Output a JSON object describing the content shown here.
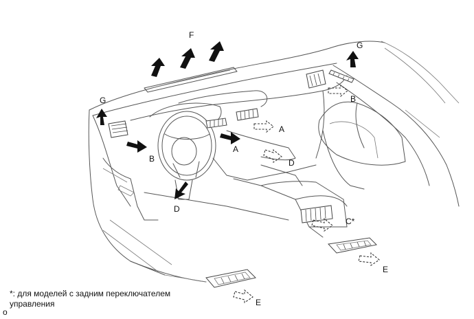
{
  "labels": {
    "F": "F",
    "G_left": "G",
    "G_right": "G",
    "A_center": "A",
    "A_dashed": "A",
    "B_left": "B",
    "B_right": "B",
    "D_floor": "D",
    "D_dashed": "D",
    "C_rear": "C*",
    "E_right": "E",
    "E_bottom": "E"
  },
  "footnote": {
    "line1": "*: для моделей с задним переключателем",
    "line2": "управления"
  },
  "corner_mark": "o"
}
